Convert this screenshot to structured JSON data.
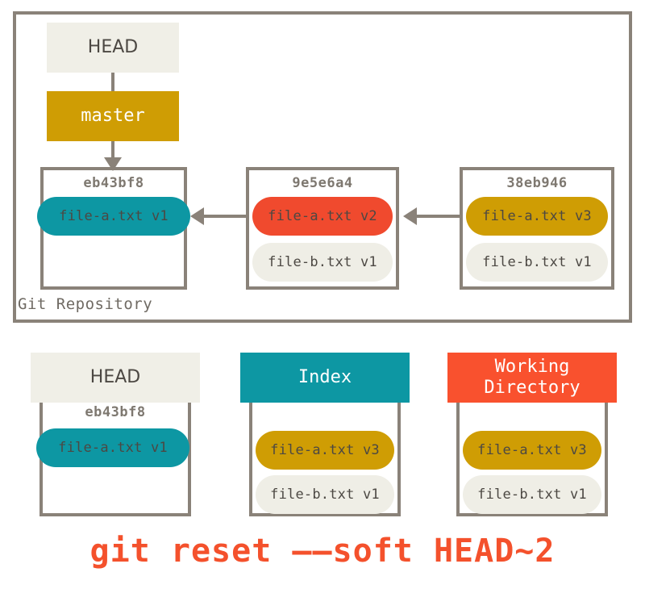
{
  "diagram": {
    "title_command": "git reset ——soft HEAD~2",
    "repository": {
      "label": "Git Repository",
      "refs": [
        {
          "name": "HEAD",
          "label": "HEAD",
          "kind": "pointer"
        },
        {
          "name": "master",
          "label": "master",
          "kind": "branch"
        }
      ],
      "commits": [
        {
          "hash": "eb43bf8",
          "files": [
            {
              "label": "file-a.txt v1",
              "color": "teal"
            }
          ]
        },
        {
          "hash": "9e5e6a4",
          "files": [
            {
              "label": "file-a.txt v2",
              "color": "red"
            },
            {
              "label": "file-b.txt v1",
              "color": "cream"
            }
          ]
        },
        {
          "hash": "38eb946",
          "files": [
            {
              "label": "file-a.txt v3",
              "color": "gold"
            },
            {
              "label": "file-b.txt v1",
              "color": "cream"
            }
          ]
        }
      ]
    },
    "stages": [
      {
        "title": "HEAD",
        "hash": "eb43bf8",
        "files": [
          {
            "label": "file-a.txt v1",
            "color": "teal"
          }
        ]
      },
      {
        "title": "Index",
        "hash": "",
        "files": [
          {
            "label": "file-a.txt v3",
            "color": "gold"
          },
          {
            "label": "file-b.txt v1",
            "color": "cream"
          }
        ]
      },
      {
        "title": "Working\nDirectory",
        "hash": "",
        "files": [
          {
            "label": "file-a.txt v3",
            "color": "gold"
          },
          {
            "label": "file-b.txt v1",
            "color": "cream"
          }
        ]
      }
    ]
  },
  "colors": {
    "teal": "#0d97a3",
    "red": "#f04a2e",
    "working_red": "#f9512e",
    "gold": "#cf9d04",
    "cream": "#efeee6",
    "border_gray": "#8a8279",
    "text_dark": "#4c4843",
    "command_orange": "#f4512c",
    "background": "#ffffff"
  }
}
